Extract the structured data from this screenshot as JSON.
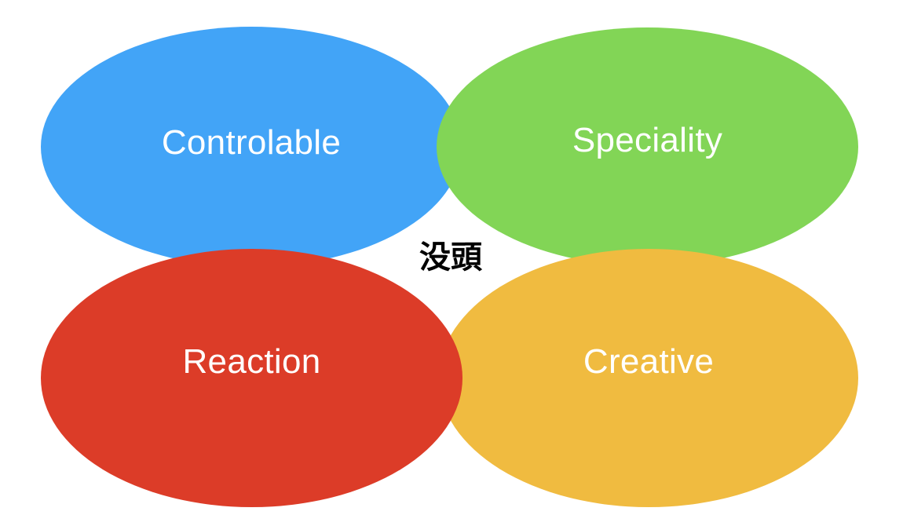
{
  "diagram": {
    "center_label": "没頭",
    "ellipses": [
      {
        "label": "Controlable",
        "color": "#42A4F7",
        "position": "top-left"
      },
      {
        "label": "Speciality",
        "color": "#82D556",
        "position": "top-right"
      },
      {
        "label": "Reaction",
        "color": "#DC3C28",
        "position": "bottom-left"
      },
      {
        "label": "Creative",
        "color": "#F0BB40",
        "position": "bottom-right"
      }
    ],
    "label_color": "#FFFFFF",
    "background": "#FFFFFF"
  }
}
